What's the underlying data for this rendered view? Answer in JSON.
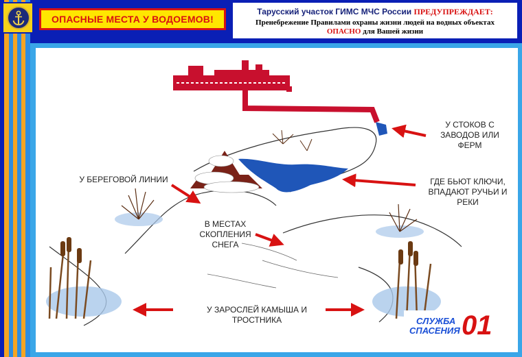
{
  "header": {
    "title": "ОПАСНЫЕ МЕСТА У ВОДОЕМОВ!",
    "warn_line1_blue": "Тарусский участок ГИМС МЧС России",
    "warn_line1_red": "ПРЕДУПРЕЖДАЕТ:",
    "warn_line2": "Пренебрежение Правилами охраны жизни людей на водных объектах",
    "warn_line3_red": "ОПАСНО",
    "warn_line3_rest": "для Вашей жизни"
  },
  "labels": {
    "sewage": "У СТОКОВ С ЗАВОДОВ ИЛИ ФЕРМ",
    "springs": "ГДЕ БЬЮТ КЛЮЧИ, ВПАДАЮТ РУЧЬИ И РЕКИ",
    "shore": "У БЕРЕГОВОЙ ЛИНИИ",
    "snow": "В МЕСТАХ СКОПЛЕНИЯ СНЕГА",
    "reeds": "У ЗАРОСЛЕЙ КАМЫША И ТРОСТНИКА"
  },
  "badge": {
    "line1": "СЛУЖБА",
    "line2": "СПАСЕНИЯ",
    "number": "01"
  },
  "colors": {
    "frame_blue": "#0a1fb5",
    "panel_blue": "#3aa6e8",
    "warning_red": "#d81212",
    "title_yellow": "#ffe600",
    "water": "#1f56b8",
    "pipe": "#c8102e"
  },
  "icons": {
    "logo": "anchor-emblem-icon"
  }
}
